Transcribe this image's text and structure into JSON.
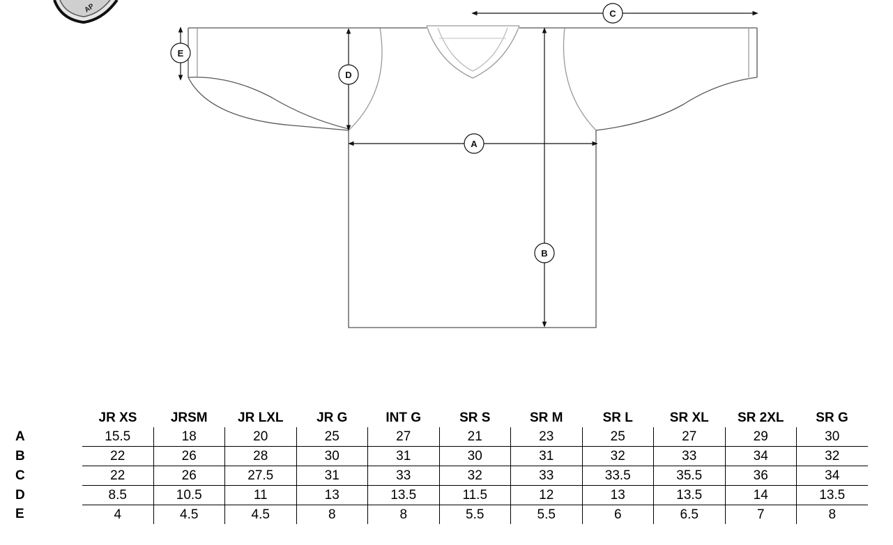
{
  "diagram": {
    "labels": {
      "A": "A",
      "B": "B",
      "C": "C",
      "D": "D",
      "E": "E"
    },
    "logo_text": "AP"
  },
  "size_chart": {
    "columns": [
      "JR XS",
      "JRSM",
      "JR LXL",
      "JR G",
      "INT G",
      "SR S",
      "SR M",
      "SR L",
      "SR XL",
      "SR 2XL",
      "SR G"
    ],
    "rows": [
      {
        "label": "A",
        "values": [
          "15.5",
          "18",
          "20",
          "25",
          "27",
          "21",
          "23",
          "25",
          "27",
          "29",
          "30"
        ]
      },
      {
        "label": "B",
        "values": [
          "22",
          "26",
          "28",
          "30",
          "31",
          "30",
          "31",
          "32",
          "33",
          "34",
          "32"
        ]
      },
      {
        "label": "C",
        "values": [
          "22",
          "26",
          "27.5",
          "31",
          "33",
          "32",
          "33",
          "33.5",
          "35.5",
          "36",
          "34"
        ]
      },
      {
        "label": "D",
        "values": [
          "8.5",
          "10.5",
          "11",
          "13",
          "13.5",
          "11.5",
          "12",
          "13",
          "13.5",
          "14",
          "13.5"
        ]
      },
      {
        "label": "E",
        "values": [
          "4",
          "4.5",
          "4.5",
          "8",
          "8",
          "5.5",
          "5.5",
          "6",
          "6.5",
          "7",
          "8"
        ]
      }
    ]
  }
}
